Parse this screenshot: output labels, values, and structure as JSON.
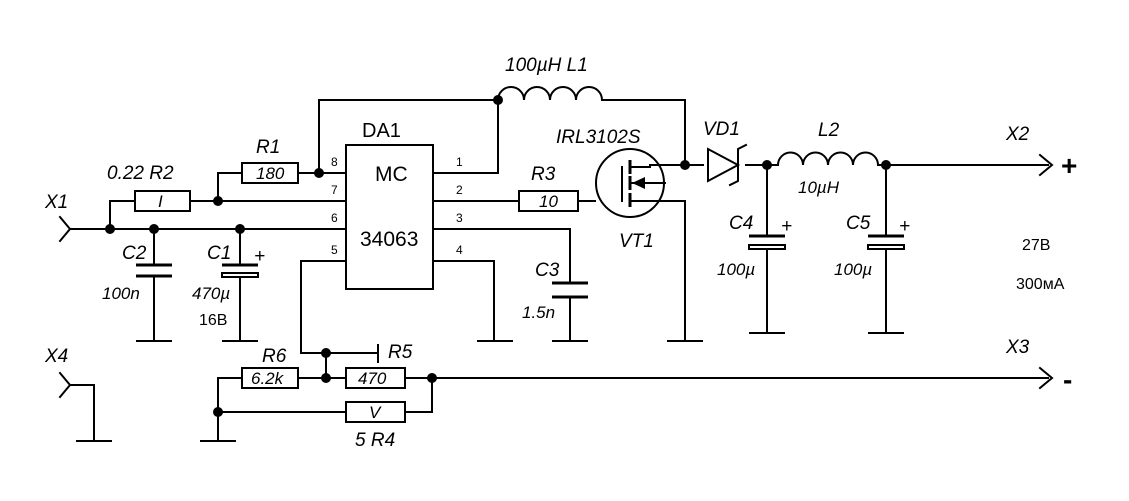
{
  "connectors": {
    "x1": "X1",
    "x2": "X2",
    "x3": "X3",
    "x4": "X4"
  },
  "ic": {
    "ref": "DA1",
    "line1": "MC",
    "line2": "34063",
    "pins": [
      "8",
      "7",
      "6",
      "5",
      "1",
      "2",
      "3",
      "4"
    ]
  },
  "resistors": {
    "r1": {
      "ref": "R1",
      "value": "180"
    },
    "r2": {
      "ref": "0.22 R2",
      "body": "I"
    },
    "r3": {
      "ref": "R3",
      "value": "10"
    },
    "r4": {
      "ref": "5  R4",
      "body": "V"
    },
    "r5": {
      "ref": "R5",
      "value": "470"
    },
    "r6": {
      "ref": "R6",
      "value": "6.2k"
    }
  },
  "capacitors": {
    "c1": {
      "ref": "C1",
      "value": "470µ",
      "voltage": "16В"
    },
    "c2": {
      "ref": "C2",
      "value": "100n"
    },
    "c3": {
      "ref": "C3",
      "value": "1.5n"
    },
    "c4": {
      "ref": "C4",
      "value": "100µ"
    },
    "c5": {
      "ref": "C5",
      "value": "100µ"
    },
    "plus": "+"
  },
  "inductors": {
    "l1": {
      "label": "100µH  L1"
    },
    "l2": {
      "ref": "L2",
      "value": "10µH"
    }
  },
  "transistor": {
    "part": "IRL3102S",
    "ref": "VT1"
  },
  "diode": {
    "ref": "VD1"
  },
  "output": {
    "voltage": "27В",
    "current": "300мА",
    "plus_sign": "+",
    "minus_sign": "-"
  }
}
